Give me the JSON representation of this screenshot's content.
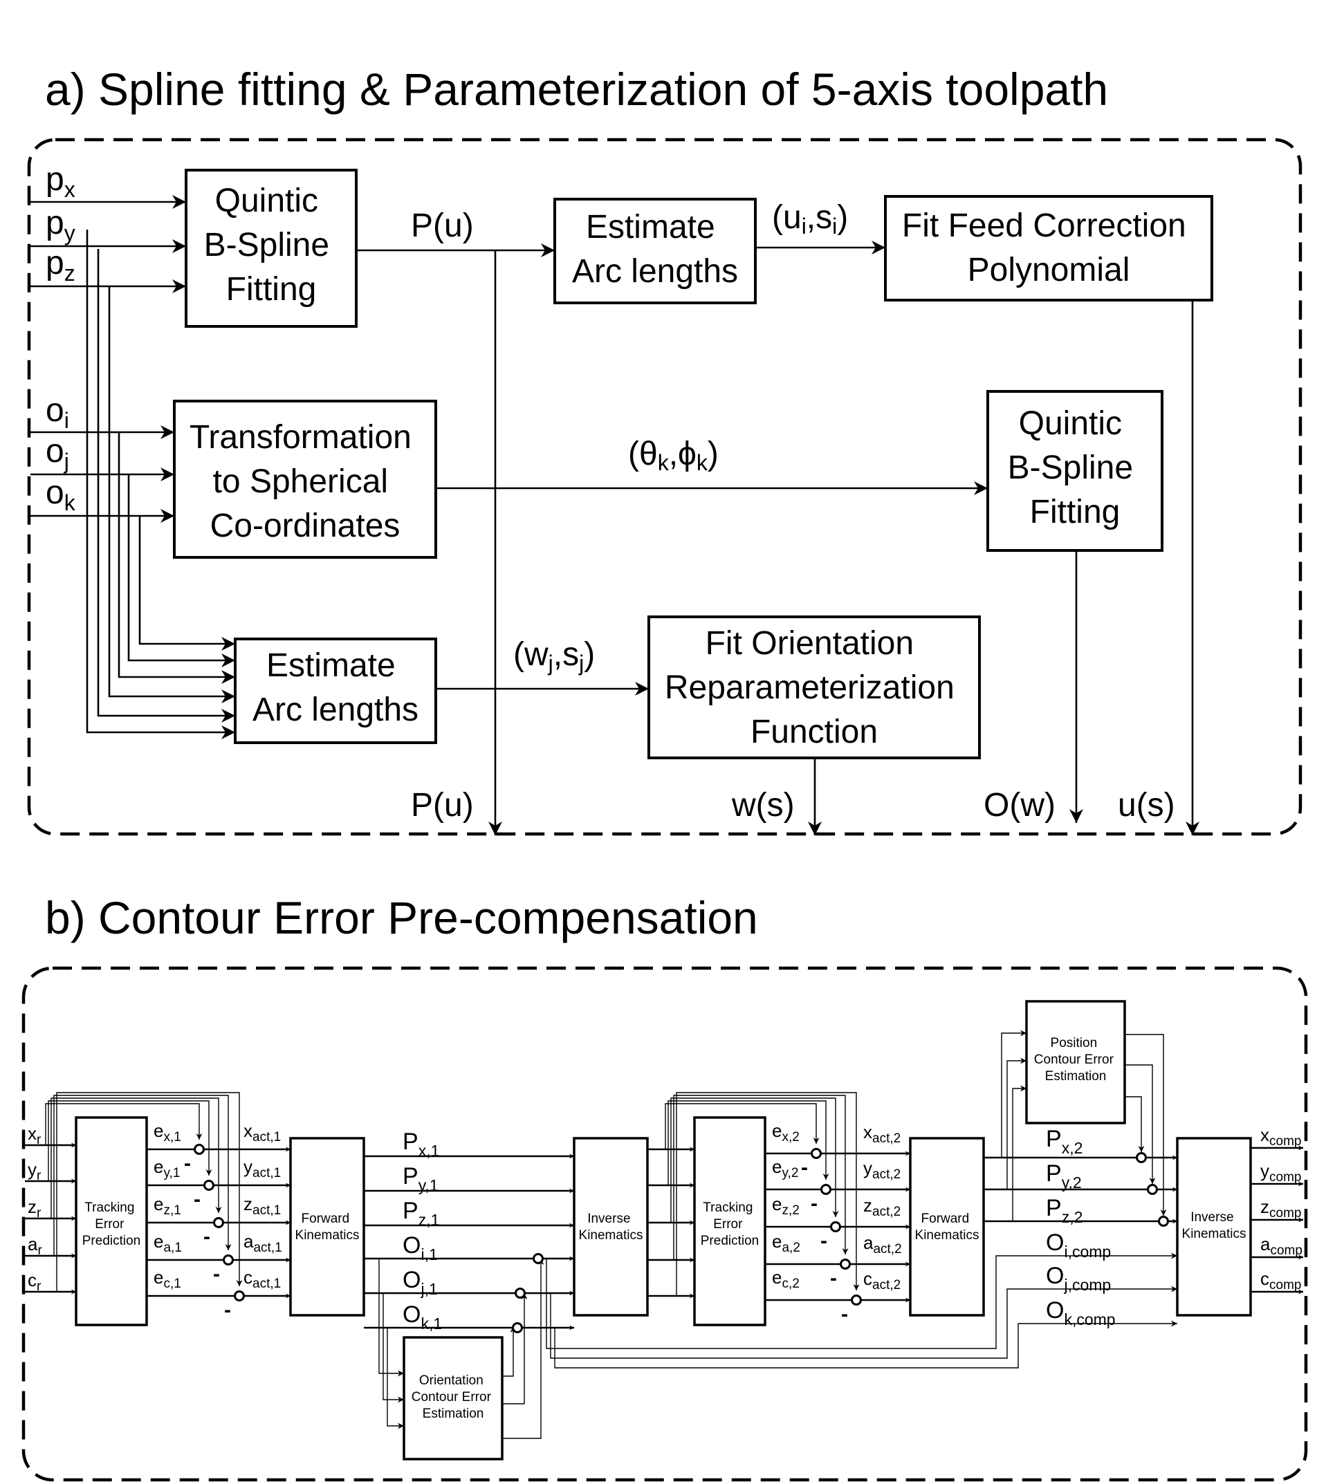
{
  "panel_a": {
    "title": "a) Spline fitting & Parameterization of 5-axis toolpath",
    "inputs": [
      {
        "main": "p",
        "sub": "x"
      },
      {
        "main": "p",
        "sub": "y"
      },
      {
        "main": "p",
        "sub": "z"
      },
      {
        "main": "o",
        "sub": "i"
      },
      {
        "main": "o",
        "sub": "j"
      },
      {
        "main": "o",
        "sub": "k"
      }
    ],
    "blocks": {
      "quintic_1": [
        "Quintic",
        "B-Spline",
        "Fitting"
      ],
      "estimate_arc_1": [
        "Estimate",
        "Arc lengths"
      ],
      "fit_feed": [
        "Fit Feed Correction",
        "Polynomial"
      ],
      "transform": [
        "Transformation",
        "to Spherical",
        "Co-ordinates"
      ],
      "quintic_2": [
        "Quintic",
        "B-Spline",
        "Fitting"
      ],
      "estimate_arc_2": [
        "Estimate",
        "Arc lengths"
      ],
      "fit_orient": [
        "Fit Orientation",
        "Reparameterization",
        "Function"
      ]
    },
    "signals": {
      "pu_top": "P(u)",
      "ui_si": {
        "open": "(u",
        "s1": "i",
        "mid": ",s",
        "s2": "i",
        "close": ")"
      },
      "theta_phi": {
        "open": "(θ",
        "s1": "k",
        "mid": ",ϕ",
        "s2": "k",
        "close": ")"
      },
      "wj_sj": {
        "open": "(w",
        "s1": "j",
        "mid": ",s",
        "s2": "j",
        "close": ")"
      }
    },
    "outputs": [
      "P(u)",
      "w(s)",
      "O(w)",
      "u(s)"
    ]
  },
  "panel_b": {
    "title": "b) Contour Error Pre-compensation",
    "inputs": [
      {
        "main": "x",
        "sub": "r"
      },
      {
        "main": "y",
        "sub": "r"
      },
      {
        "main": "z",
        "sub": "r"
      },
      {
        "main": "a",
        "sub": "r"
      },
      {
        "main": "c",
        "sub": "r"
      }
    ],
    "blocks": {
      "tracking_1": [
        "Tracking",
        "Error",
        "Prediction"
      ],
      "forward_1": [
        "Forward",
        "Kinematics"
      ],
      "inverse_1": [
        "Inverse",
        "Kinematics"
      ],
      "tracking_2": [
        "Tracking",
        "Error",
        "Prediction"
      ],
      "forward_2": [
        "Forward",
        "Kinematics"
      ],
      "inverse_2": [
        "Inverse",
        "Kinematics"
      ],
      "orient_est": [
        "Orientation",
        "Contour Error",
        "Estimation"
      ],
      "pos_est": [
        "Position",
        "Contour Error",
        "Estimation"
      ]
    },
    "errors_1": [
      {
        "main": "e",
        "sub": "x,1"
      },
      {
        "main": "e",
        "sub": "y,1"
      },
      {
        "main": "e",
        "sub": "z,1"
      },
      {
        "main": "e",
        "sub": "a,1"
      },
      {
        "main": "e",
        "sub": "c,1"
      }
    ],
    "actual_1": [
      {
        "main": "x",
        "sub": "act,1"
      },
      {
        "main": "y",
        "sub": "act,1"
      },
      {
        "main": "z",
        "sub": "act,1"
      },
      {
        "main": "a",
        "sub": "act,1"
      },
      {
        "main": "c",
        "sub": "act,1"
      }
    ],
    "fk_out_1": [
      {
        "main": "P",
        "sub": "x,1"
      },
      {
        "main": "P",
        "sub": "y,1"
      },
      {
        "main": "P",
        "sub": "z,1"
      },
      {
        "main": "O",
        "sub": "i,1"
      },
      {
        "main": "O",
        "sub": "j,1"
      },
      {
        "main": "O",
        "sub": "k,1"
      }
    ],
    "errors_2": [
      {
        "main": "e",
        "sub": "x,2"
      },
      {
        "main": "e",
        "sub": "y,2"
      },
      {
        "main": "e",
        "sub": "z,2"
      },
      {
        "main": "e",
        "sub": "a,2"
      },
      {
        "main": "e",
        "sub": "c,2"
      }
    ],
    "actual_2": [
      {
        "main": "x",
        "sub": "act,2"
      },
      {
        "main": "y",
        "sub": "act,2"
      },
      {
        "main": "z",
        "sub": "act,2"
      },
      {
        "main": "a",
        "sub": "act,2"
      },
      {
        "main": "c",
        "sub": "act,2"
      }
    ],
    "fk_out_2": [
      {
        "main": "P",
        "sub": "x,2"
      },
      {
        "main": "P",
        "sub": "y,2"
      },
      {
        "main": "P",
        "sub": "z,2"
      },
      {
        "main": "O",
        "sub": "i,comp"
      },
      {
        "main": "O",
        "sub": "j,comp"
      },
      {
        "main": "O",
        "sub": "k,comp"
      }
    ],
    "outputs": [
      {
        "main": "x",
        "sub": "comp"
      },
      {
        "main": "y",
        "sub": "comp"
      },
      {
        "main": "z",
        "sub": "comp"
      },
      {
        "main": "a",
        "sub": "comp"
      },
      {
        "main": "c",
        "sub": "comp"
      }
    ],
    "minus_sign": "-"
  }
}
